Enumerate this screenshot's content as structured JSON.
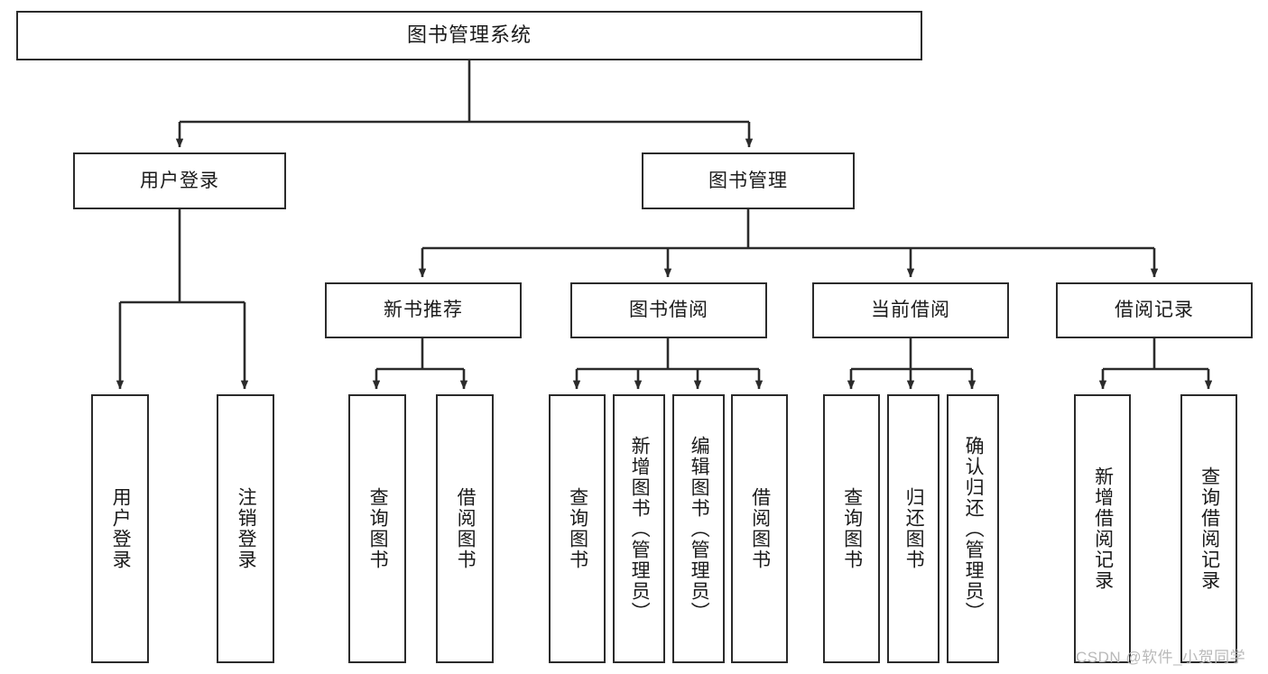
{
  "diagram": {
    "title": "图书管理系统",
    "type": "hierarchy-tree",
    "watermark": "CSDN @软件_小贺同学",
    "colors": {
      "stroke": "#2b2b2b",
      "fill": "#ffffff",
      "text": "#1a1a1a",
      "watermark": "#b9b9b9"
    },
    "root": {
      "label": "图书管理系统"
    },
    "level2": [
      {
        "id": "user-login",
        "label": "用户登录"
      },
      {
        "id": "book-manage",
        "label": "图书管理"
      }
    ],
    "level3": [
      {
        "id": "new-book-recommend",
        "label": "新书推荐"
      },
      {
        "id": "book-borrow",
        "label": "图书借阅"
      },
      {
        "id": "current-borrow",
        "label": "当前借阅"
      },
      {
        "id": "borrow-record",
        "label": "借阅记录"
      }
    ],
    "leaves": {
      "user_login": [
        {
          "id": "leaf-user-login",
          "label": "用户登录"
        },
        {
          "id": "leaf-logout-login",
          "label": "注销登录"
        }
      ],
      "new_book_recommend": [
        {
          "id": "leaf-query-book-1",
          "label": "查询图书"
        },
        {
          "id": "leaf-borrow-book-1",
          "label": "借阅图书"
        }
      ],
      "book_borrow": [
        {
          "id": "leaf-query-book-2",
          "label": "查询图书"
        },
        {
          "id": "leaf-add-book",
          "label": "新增图书（管理员）"
        },
        {
          "id": "leaf-edit-book",
          "label": "编辑图书（管理员）"
        },
        {
          "id": "leaf-borrow-book-2",
          "label": "借阅图书"
        }
      ],
      "current_borrow": [
        {
          "id": "leaf-query-book-3",
          "label": "查询图书"
        },
        {
          "id": "leaf-return-book",
          "label": "归还图书"
        },
        {
          "id": "leaf-confirm-return",
          "label": "确认归还（管理员）"
        }
      ],
      "borrow_record": [
        {
          "id": "leaf-add-record",
          "label": "新增借阅记录"
        },
        {
          "id": "leaf-query-record",
          "label": "查询借阅记录"
        }
      ]
    }
  }
}
